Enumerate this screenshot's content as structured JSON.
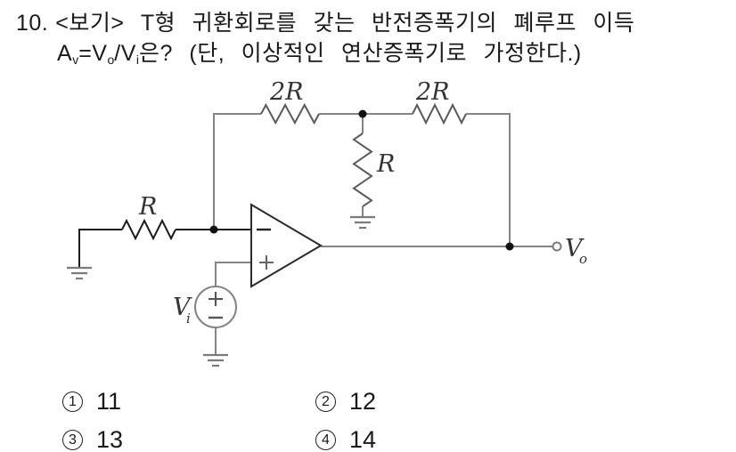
{
  "question": {
    "number": "10.",
    "line1": "<보기> T형 귀환회로를 갖는 반전증폭기의 폐루프 이득",
    "line2": {
      "gain_main": "A",
      "gain_sub": "v",
      "eq_vo_main": "=V",
      "eq_vo_sub": "o",
      "slash_vi_main": "/V",
      "vi_sub": "i",
      "tail": "은? (단, 이상적인 연산증폭기로 가정한다.)"
    }
  },
  "circuit": {
    "labels": {
      "input_resistor": "R",
      "feedback_resistor_1": "2R",
      "feedback_resistor_2": "2R",
      "tee_resistor": "R",
      "source_main": "V",
      "source_sub": "i",
      "output_main": "V",
      "output_sub": "o"
    },
    "colors": {
      "wire_gray": "#848484",
      "wire_black": "#1c1c1c",
      "label": "#333333"
    }
  },
  "choices": [
    {
      "marker": "1",
      "value": "11"
    },
    {
      "marker": "2",
      "value": "12"
    },
    {
      "marker": "3",
      "value": "13"
    },
    {
      "marker": "4",
      "value": "14"
    }
  ]
}
